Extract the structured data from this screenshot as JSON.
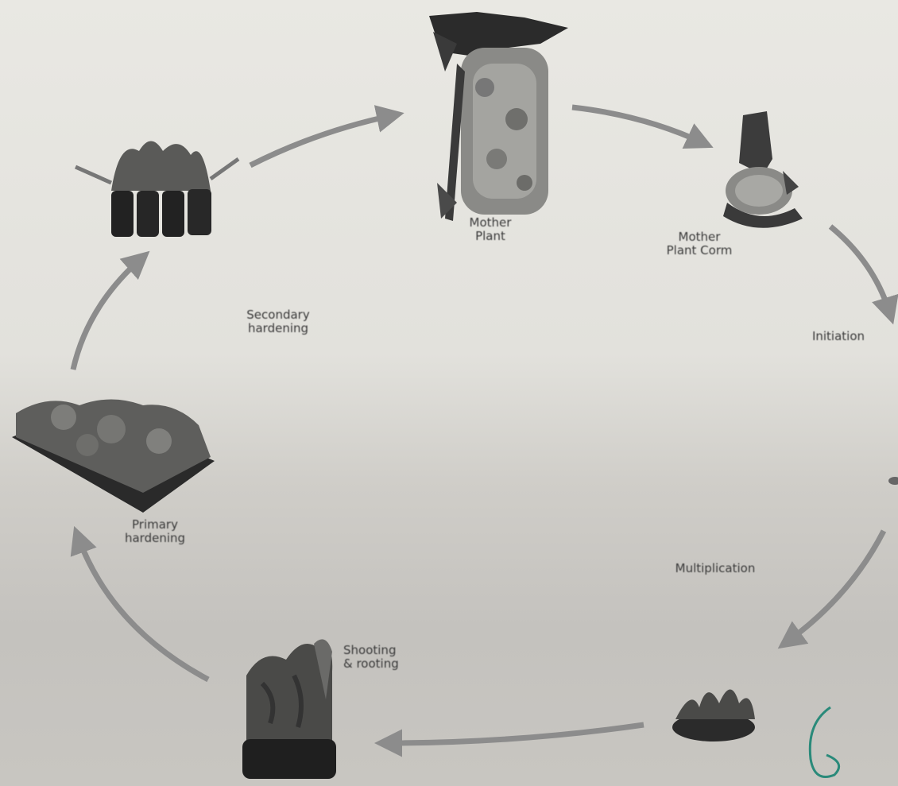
{
  "diagram": {
    "stages": [
      {
        "id": "mother-plant",
        "label": "Mother\nPlant"
      },
      {
        "id": "mother-plant-corm",
        "label": "Mother\nPlant Corm"
      },
      {
        "id": "initiation",
        "label": "Initiation"
      },
      {
        "id": "multiplication",
        "label": "Multiplication"
      },
      {
        "id": "shooting-rooting",
        "label": "Shooting\n& rooting"
      },
      {
        "id": "primary-hardening",
        "label": "Primary\nhardening"
      },
      {
        "id": "secondary-hardening",
        "label": "Secondary\nhardening"
      }
    ],
    "handwritten_mark": "6",
    "colors": {
      "arrow": "#8a8a8a",
      "foliage": "#5a5a58",
      "dark": "#2b2b2b",
      "ink": "#2a8a7a"
    }
  }
}
